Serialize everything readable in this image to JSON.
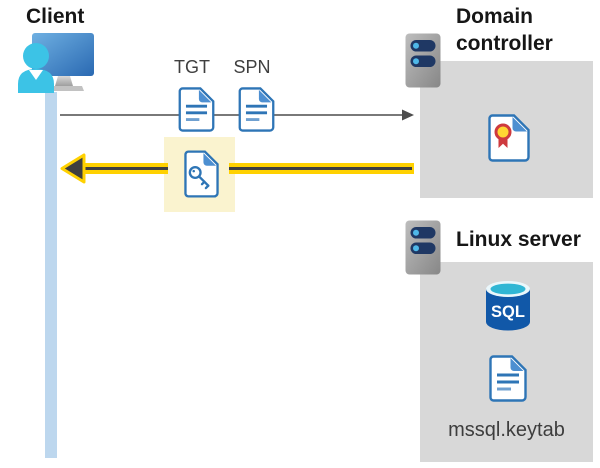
{
  "client": {
    "label": "Client"
  },
  "flow": {
    "tgt_label": "TGT",
    "spn_label": "SPN",
    "request_arrow": "client-to-domain-controller",
    "response_arrow": "domain-controller-to-client-highlighted"
  },
  "domain_controller": {
    "label": "Domain controller"
  },
  "linux_server": {
    "label": "Linux server",
    "sql_label": "SQL",
    "keytab_label": "mssql.keytab"
  },
  "icons": {
    "client": "user-computer-icon",
    "tgt": "document-icon",
    "spn": "document-icon",
    "service_ticket": "key-document-icon",
    "domain_controller": "server-icon",
    "linux_server": "server-icon",
    "certificate": "certificate-ribbon-icon",
    "database": "sql-database-icon",
    "keytab": "document-icon"
  },
  "colors": {
    "accent_yellow": "#ffd100",
    "arrow_dark": "#3f3f3f",
    "request_gray": "#4d4d4d",
    "highlight_cream": "#faf3cf",
    "box_gray": "#d8d8d8",
    "doc_blue": "#2e75b6",
    "doc_fold_blue": "#4d8fd1",
    "lifeline_blue": "#bdd7ee",
    "server_navy": "#1f3864",
    "server_led_cyan": "#4fb8e8",
    "sql_body_blue": "#1158a8",
    "sql_top_cyan": "#30b6d4",
    "cert_red": "#ce3a3e",
    "cert_gold": "#ffd633",
    "person_cyan": "#3cc3e6"
  }
}
